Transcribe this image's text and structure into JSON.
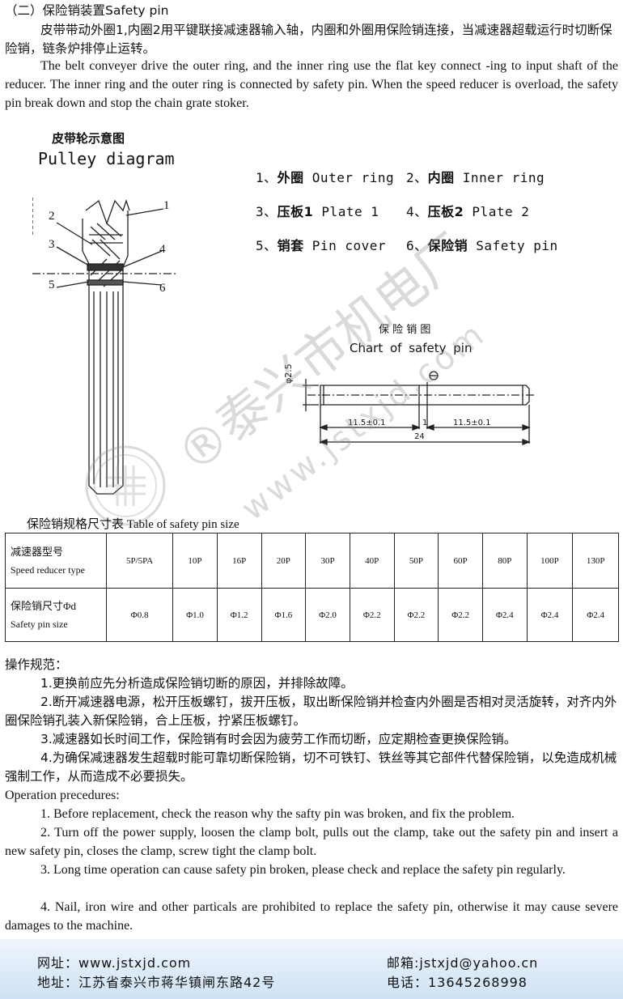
{
  "section": {
    "title": "（二）保险销装置Safety pin",
    "zh_intro": "皮带带动外圈1,内圈2用平键联接减速器输入轴，内圈和外圈用保险销连接，当减速器超载运行时切断保险销，链条炉排停止运转。",
    "en_intro": "The belt conveyer drive the outer ring, and the inner ring use the flat key connect -ing to input shaft of the reducer. The inner ring and the outer ring is connected by safety pin. When the speed reducer is overload, the safety pin break down and stop the chain grate stoker."
  },
  "pulley": {
    "title_zh": "皮带轮示意图",
    "title_en": "Pulley diagram",
    "callouts": [
      "1",
      "2",
      "3",
      "4",
      "5",
      "6"
    ],
    "legend": [
      {
        "num": "1、",
        "zh": "外圈",
        "en": "Outer ring"
      },
      {
        "num": "2、",
        "zh": "内圈",
        "en": "Inner ring"
      },
      {
        "num": "3、",
        "zh": "压板1",
        "en": "Plate 1"
      },
      {
        "num": "4、",
        "zh": "压板2",
        "en": "Plate 2"
      },
      {
        "num": "5、",
        "zh": "销套",
        "en": "Pin cover"
      },
      {
        "num": "6、",
        "zh": "保险销",
        "en": "Safety pin"
      }
    ]
  },
  "pin_chart": {
    "title_zh": "保 险 销 图",
    "title_en": "Chart of safety pin",
    "dim_diameter": "φ2.5",
    "dim_left": "11.5±0.1",
    "dim_mid": "1",
    "dim_right": "11.5±0.1",
    "dim_total": "24"
  },
  "table": {
    "caption": "保险销规格尺寸表 Table of safety pin size",
    "row1_zh": "减速器型号",
    "row1_en": "Speed reducer type",
    "row2_zh": "保险销尺寸Φd",
    "row2_en": "Safety pin size",
    "types": [
      "5P/5PA",
      "10P",
      "16P",
      "20P",
      "30P",
      "40P",
      "50P",
      "60P",
      "80P",
      "100P",
      "130P"
    ],
    "sizes": [
      "Φ0.8",
      "Φ1.0",
      "Φ1.2",
      "Φ1.6",
      "Φ2.0",
      "Φ2.2",
      "Φ2.2",
      "Φ2.2",
      "Φ2.4",
      "Φ2.4",
      "Φ2.4"
    ]
  },
  "ops_zh": {
    "heading": "操作规范：",
    "items": [
      "1.更换前应先分析造成保险销切断的原因，并排除故障。",
      "2.断开减速器电源，松开压板螺钉，拔开压板，取出断保险销并检查内外圈是否相对灵活旋转，对齐内外圈保险销孔装入新保险销，合上压板，拧紧压板螺钉。",
      "3.减速器如长时间工作，保险销有时会因为疲劳工作而切断，应定期检查更换保险销。",
      "4.为确保减速器发生超载时能可靠切断保险销，切不可铁钉、铁丝等其它部件代替保险销，以免造成机械强制工作，从而造成不必要损失。"
    ]
  },
  "ops_en": {
    "heading": "Operation precedures:",
    "items": [
      "1. Before replacement, check the reason why the safty pin was broken, and fix the problem.",
      "2. Turn off the power supply, loosen the clamp bolt, pulls out the clamp, take out the safety pin and insert a new safety pin, closes the clamp, screw tight the clamp bolt.",
      "3. Long time operation can cause safety pin broken, please check and replace the safety pin regularly.",
      "4. Nail, iron wire and other particals are prohibited to replace the safety pin, otherwise it may cause severe damages to the machine."
    ]
  },
  "footer": {
    "web": "网址：www.jstxjd.com",
    "address": "地址：江苏省泰兴市蒋华镇闸东路42号",
    "email": "邮箱:jstxjd@yahoo.cn",
    "phone": "电话：13645268998"
  },
  "watermark": {
    "zh": "®泰兴市机电厂",
    "en": "www.jstxjd.com"
  }
}
